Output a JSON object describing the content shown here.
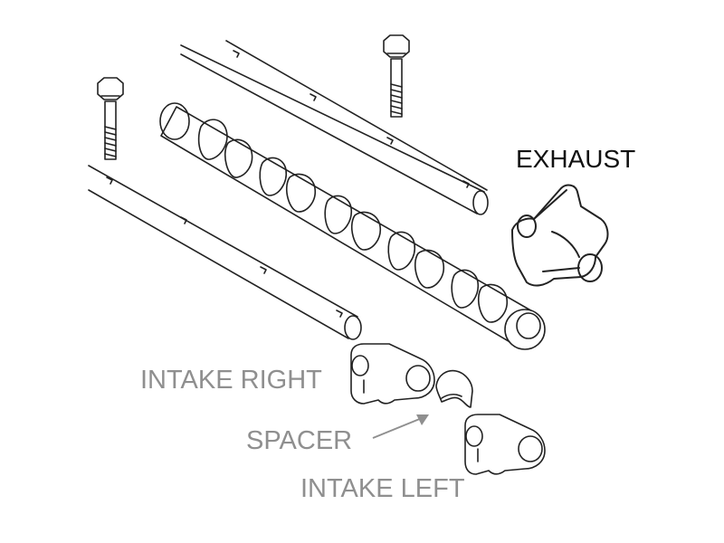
{
  "labels": {
    "exhaust": "EXHAUST",
    "intake_right": "INTAKE RIGHT",
    "spacer": "SPACER",
    "intake_left": "INTAKE LEFT"
  },
  "colors": {
    "line": "#222222",
    "exhaust_label": "#111111",
    "muted_label": "#8f8f8f",
    "arrow": "#8f8f8f"
  },
  "icons": {
    "arrow": "arrow-up-right-icon"
  }
}
